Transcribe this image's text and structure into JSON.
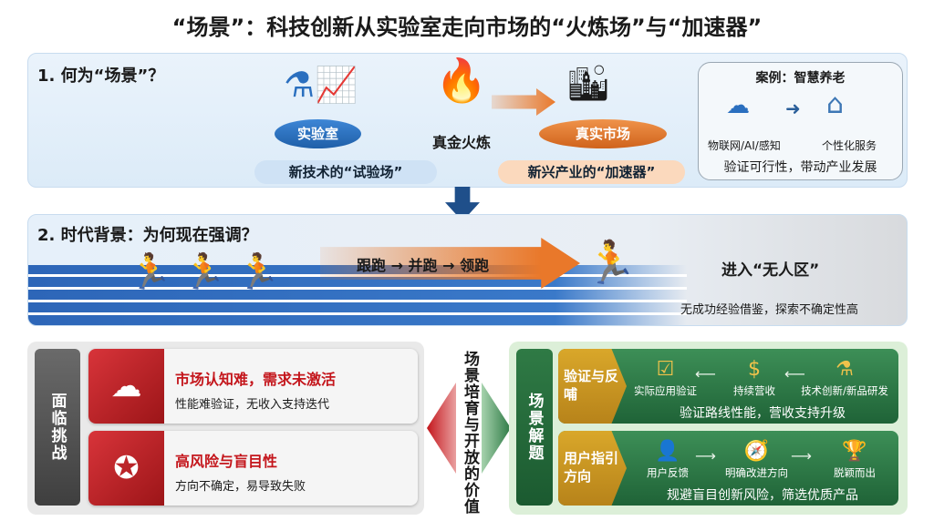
{
  "title": "“场景”：科技创新从实验室走向市场的“火炼场”与“加速器”",
  "section1": {
    "heading": "1. 何为“场景”？",
    "lab": "实验室",
    "fire": "真金火炼",
    "market": "真实市场",
    "lab_pill": "新技术的“试验场”",
    "market_pill": "新兴产业的“加速器”",
    "case": {
      "title": "案例：智慧养老",
      "left": "物联网/AI/感知",
      "right": "个性化服务",
      "summary": "验证可行性，带动产业发展"
    }
  },
  "section2": {
    "heading": "2. 时代背景：为何现在强调？",
    "progression": "跟跑 → 并跑 → 领跑",
    "zone": "进入“无人区”",
    "zone_desc": "无成功经验借鉴，探索不确定性高"
  },
  "challenges": {
    "label": "面临挑战",
    "items": [
      {
        "title": "市场认知难，需求未激活",
        "desc": "性能难验证，无收入支持迭代"
      },
      {
        "title": "高风险与盲目性",
        "desc": "方向不确定，易导致失败"
      }
    ]
  },
  "center": "场景培育与开放的价值",
  "solutions": {
    "label": "场景解题",
    "items": [
      {
        "title": "验证与反哺",
        "steps": [
          "实际应用验证",
          "持续营收",
          "技术创新/新品研发"
        ],
        "summary": "验证路线性能，营收支持升级"
      },
      {
        "title": "用户指引方向",
        "steps": [
          "用户反馈",
          "明确改进方向",
          "脱颖而出"
        ],
        "summary": "规避盲目创新风险，筛选优质产品"
      }
    ]
  },
  "colors": {
    "blue": "#1f5fa8",
    "orange": "#e9782a",
    "red": "#c4161c",
    "green": "#2e7a45",
    "gold": "#c9951f"
  }
}
